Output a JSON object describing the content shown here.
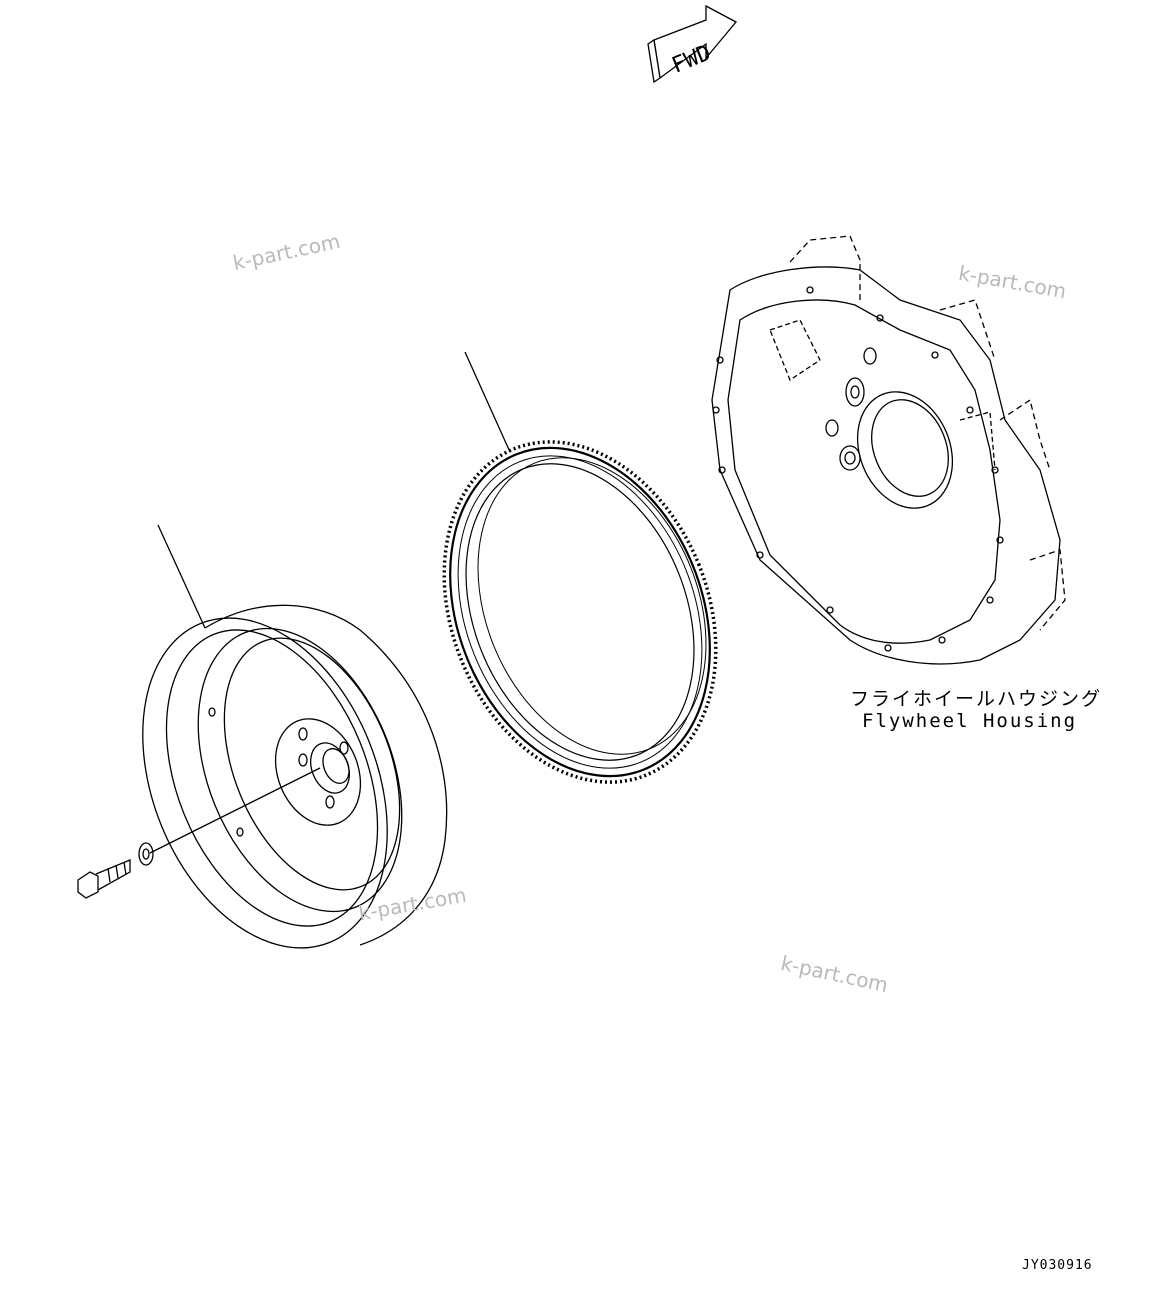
{
  "fwd_marker": {
    "text": "FWD"
  },
  "housing_label": {
    "jp": "フライホイールハウジング",
    "en": "Flywheel Housing"
  },
  "watermark": "k-part.com",
  "drawing_code": "JY030916",
  "colors": {
    "line": "#000000",
    "watermark": "#b9b9b9",
    "background": "#ffffff"
  }
}
